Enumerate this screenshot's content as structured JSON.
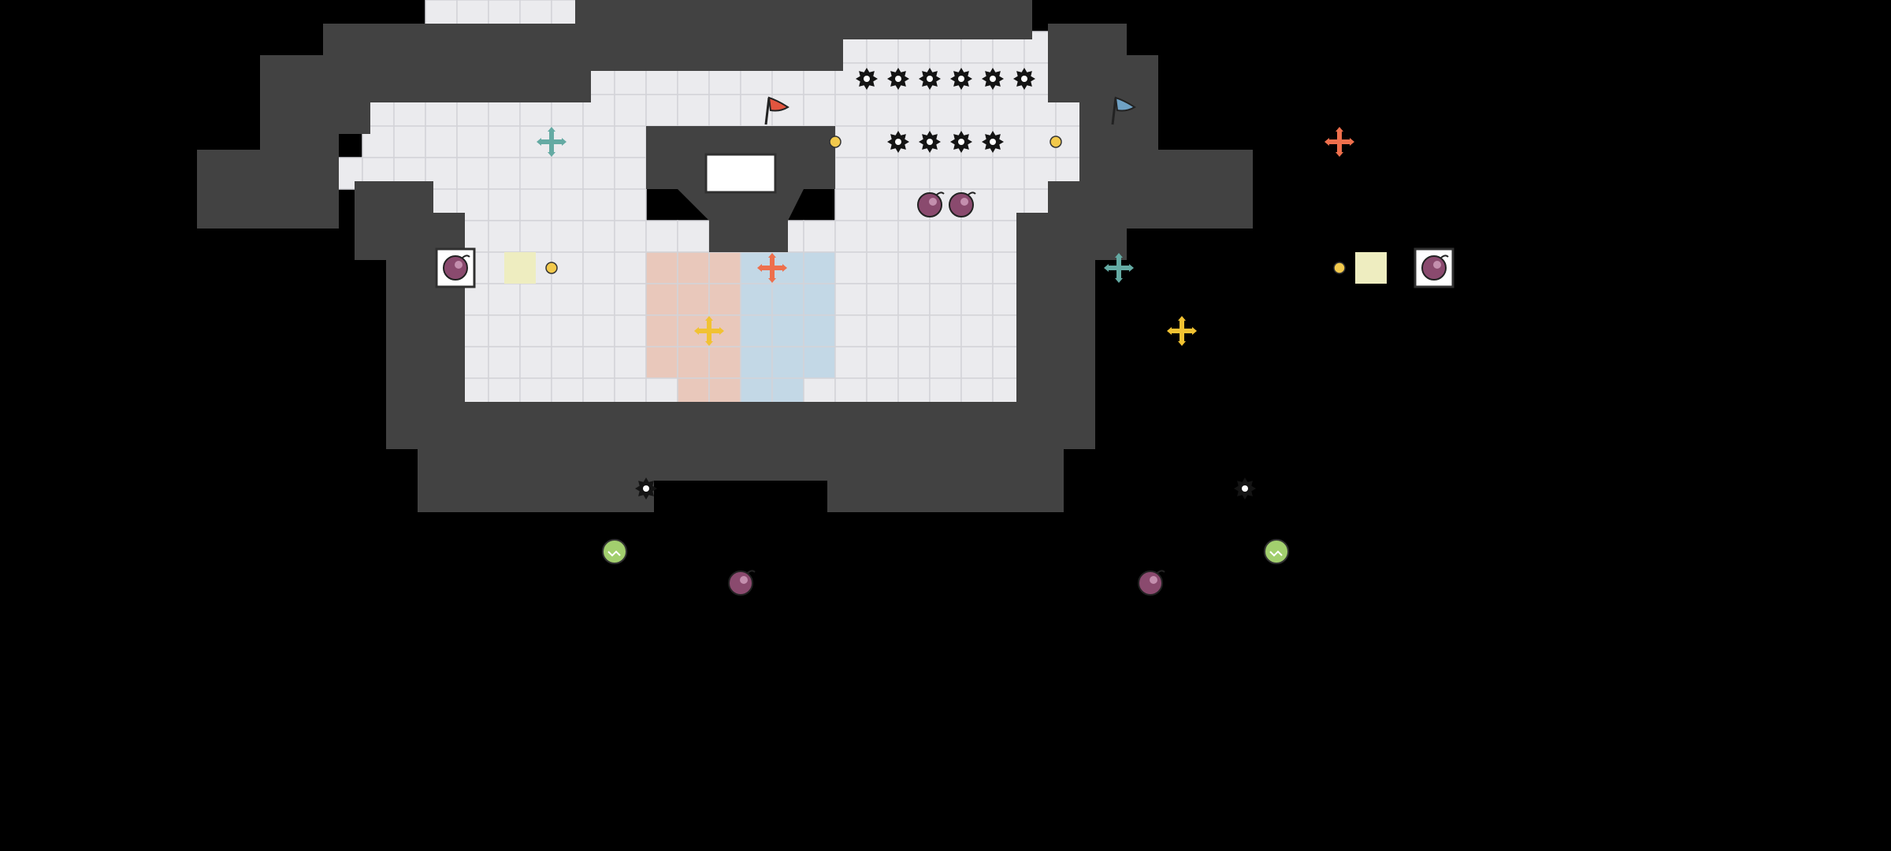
{
  "map": {
    "colors": {
      "background": "#000000",
      "wall": "#424242",
      "wall_edge": "#303030",
      "floor": "#ebebee",
      "grid": "#d3d3d8",
      "red_zone": "#e9c8bb",
      "blue_zone": "#c3d8e6",
      "cream_tile": "#eeedc0",
      "spike": "#141414",
      "coin": "#f2c94c",
      "bomb": "#8a4a6e",
      "boost": "#a2cf6e",
      "red_team": "#e2553f",
      "blue_team": "#6fa1c4",
      "teal_powerup": "#64aaa3",
      "orange_powerup": "#ee6f4c",
      "yellow_powerup": "#f1c232"
    },
    "legend": {
      "red-flag-icon": "red team flag",
      "blue-flag-icon": "blue team flag",
      "spike-icon": "spike",
      "coin-icon": "coin",
      "bomb-icon": "bomb",
      "boost-pad-icon": "speed boost",
      "powerup-plus-icon": "power-up"
    }
  }
}
